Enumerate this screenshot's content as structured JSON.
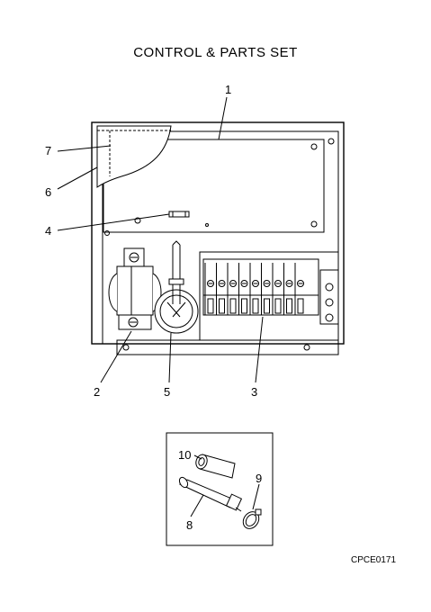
{
  "title": "CONTROL & PARTS SET",
  "callouts": {
    "c1": "1",
    "c2": "2",
    "c3": "3",
    "c4": "4",
    "c5": "5",
    "c6": "6",
    "c7": "7",
    "c8": "8",
    "c9": "9",
    "c10": "10"
  },
  "drawing_code": "CPCE0171"
}
